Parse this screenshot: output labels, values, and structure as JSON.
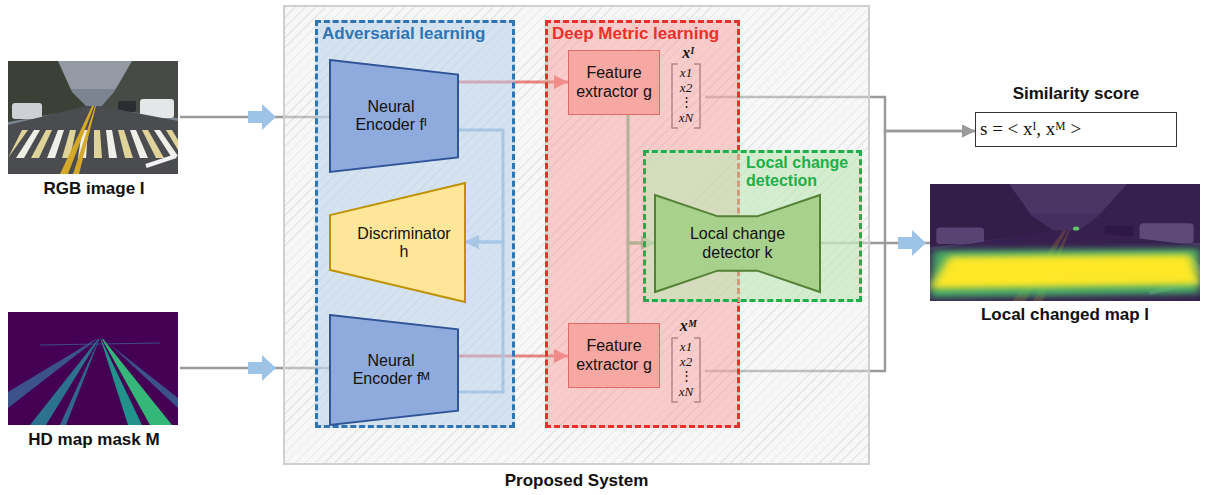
{
  "diagram": {
    "nodes": [
      {
        "text": [
          "RGB image I"
        ]
      },
      {
        "text": [
          "HD map mask M"
        ]
      },
      {
        "text": [
          "Proposed System"
        ]
      },
      {
        "text": [
          "Adversarial learning"
        ],
        "in": 2
      },
      {
        "text": [
          "Neural Encoder fᴵ"
        ],
        "in": 3
      },
      {
        "text": [
          "Discriminator h"
        ],
        "in": 3
      },
      {
        "text": [
          "Neural Encoder fᴹ"
        ],
        "in": 3
      },
      {
        "text": [
          "Deep Metric learning"
        ],
        "in": 2
      },
      {
        "text": [
          "Feature extractor g"
        ],
        "in": 7
      },
      {
        "text": [
          "Local change detection"
        ],
        "in": 2
      },
      {
        "text": [
          "Local change detector k"
        ],
        "in": 9
      },
      {
        "text": [
          "Feature extractor g"
        ],
        "in": 7
      },
      {
        "text": [
          "Similarity score",
          "s = < xᴵ, xᴹ >"
        ]
      },
      {
        "text": [
          "Local changed map l"
        ]
      }
    ],
    "edges": [
      {
        "from": 0,
        "to": 4,
        "arrow": "to"
      },
      {
        "from": 1,
        "to": 6,
        "arrow": "to"
      },
      {
        "from": 4,
        "to": 8,
        "arrow": "to"
      },
      {
        "from": 6,
        "to": 11,
        "arrow": "to"
      },
      {
        "from": 4,
        "to": 5,
        "arrow": "to"
      },
      {
        "from": 6,
        "to": 5,
        "arrow": "to"
      },
      {
        "from": 8,
        "to": 10,
        "arrow": "to"
      },
      {
        "from": 11,
        "to": 10,
        "arrow": "to"
      },
      {
        "from": 8,
        "to": 12,
        "arrow": "to"
      },
      {
        "from": 11,
        "to": 12,
        "arrow": "to"
      },
      {
        "from": 10,
        "to": 13,
        "arrow": "to"
      }
    ],
    "labels": [
      "xᴵ",
      "x1",
      "x2",
      "⋮",
      "xN",
      "xᴹ",
      "x1",
      "x2",
      "⋮",
      "xN"
    ]
  }
}
